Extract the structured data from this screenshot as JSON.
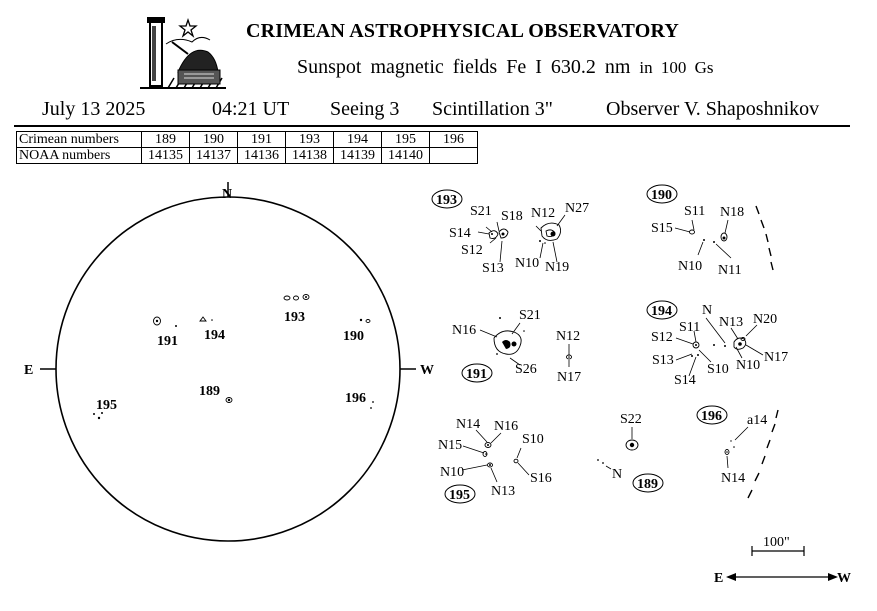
{
  "header": {
    "title": "CRIMEAN ASTROPHYSICAL OBSERVATORY",
    "subtitle": "Sunspot  magnetic  fields  Fe I 630.2 nm",
    "subtitle_unit": "in 100 Gs"
  },
  "info": {
    "date": "July  13  2025",
    "time": "04:21 UT",
    "seeing": "Seeing  3",
    "scintillation": "Scintillation   3\"",
    "observer": "Observer  V. Shaposhnikov"
  },
  "numbers_table": {
    "rows": [
      {
        "label": "Crimean numbers",
        "values": [
          "189",
          "190",
          "191",
          "193",
          "194",
          "195",
          "196"
        ]
      },
      {
        "label": "NOAA numbers",
        "values": [
          "14135",
          "14137",
          "14136",
          "14138",
          "14139",
          "14140",
          ""
        ]
      }
    ]
  },
  "disk": {
    "north": "N",
    "east": "E",
    "west": "W",
    "regions": [
      "191",
      "194",
      "193",
      "190",
      "189",
      "195",
      "196"
    ]
  },
  "panels": {
    "p193": {
      "id": "193",
      "labels": [
        "S21",
        "S18",
        "N12",
        "N27",
        "S14",
        "S12",
        "S13",
        "N10",
        "N19"
      ]
    },
    "p190": {
      "id": "190",
      "labels": [
        "S11",
        "N18",
        "S15",
        "N10",
        "N11"
      ]
    },
    "p191": {
      "id": "191",
      "labels": [
        "S21",
        "N16",
        "N12",
        "S26",
        "N17"
      ]
    },
    "p194": {
      "id": "194",
      "labels": [
        "N",
        "N13",
        "N20",
        "S12",
        "S11",
        "S13",
        "S10",
        "N10",
        "N17",
        "S14"
      ]
    },
    "p195": {
      "id": "195",
      "labels": [
        "N14",
        "N16",
        "S10",
        "N15",
        "N10",
        "S16",
        "N13"
      ]
    },
    "p189": {
      "id": "189",
      "labels": [
        "S22",
        "N"
      ]
    },
    "p196": {
      "id": "196",
      "labels": [
        "a14",
        "N14"
      ]
    }
  },
  "scale": {
    "label": "100\""
  },
  "direction": {
    "east": "E",
    "west": "W"
  }
}
